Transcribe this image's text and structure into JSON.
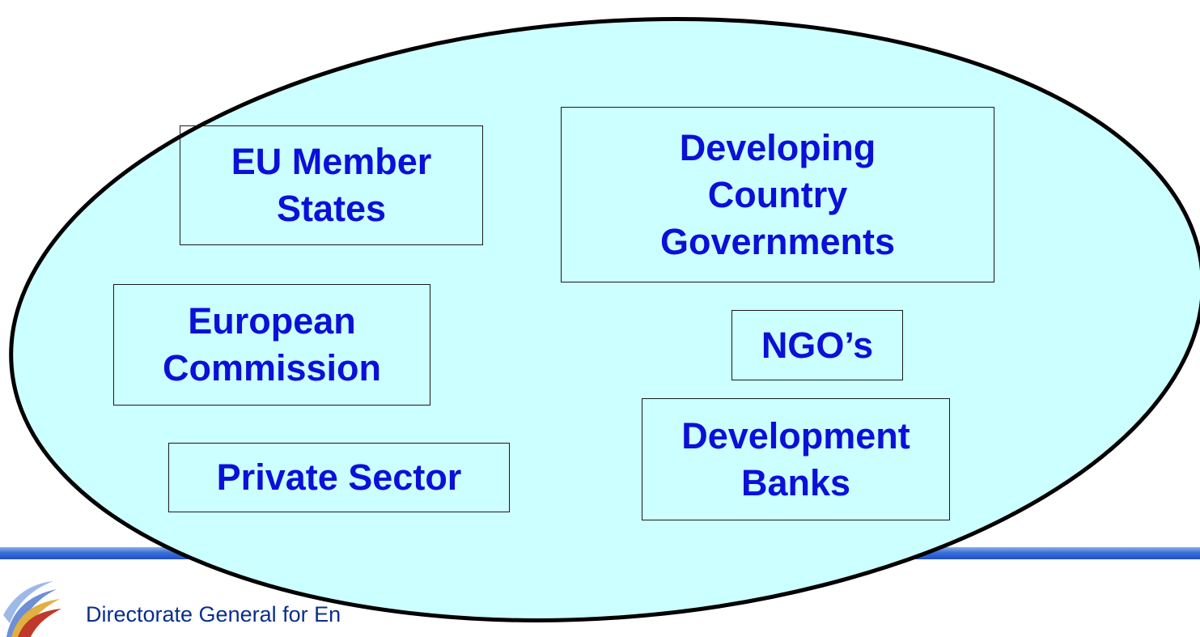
{
  "colors": {
    "ellipse_fill": "#ccffff",
    "ellipse_stroke": "#000000",
    "box_text": "#0b10d8",
    "footer_text": "#0a2f8a",
    "bar": "#2f5fd0"
  },
  "boxes": {
    "eu_member_states": [
      "EU Member",
      "States"
    ],
    "developing_country_governments": [
      "Developing",
      "Country",
      "Governments"
    ],
    "european_commission": [
      "European",
      "Commission"
    ],
    "ngos": [
      "NGO’s"
    ],
    "private_sector": [
      "Private Sector"
    ],
    "development_banks": [
      "Development",
      "Banks"
    ]
  },
  "footer": {
    "text": "Directorate General for En",
    "logo_icon": "dg-logo-icon"
  }
}
